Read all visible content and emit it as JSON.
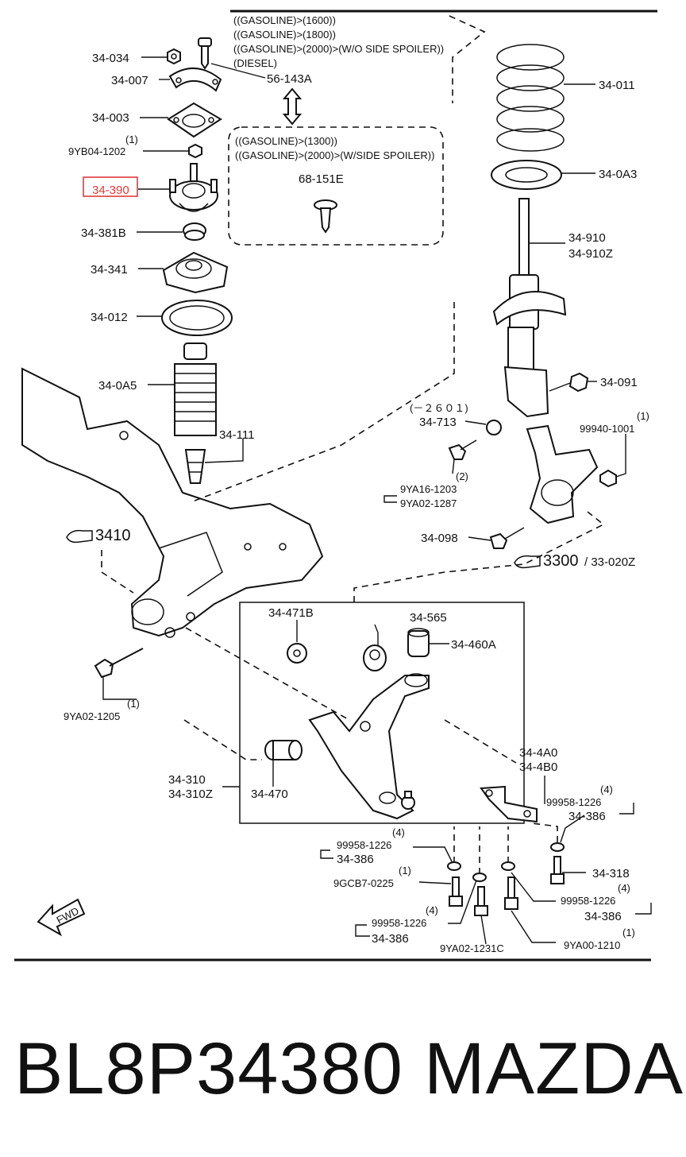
{
  "diagram": {
    "labels": {
      "l34034": "34-034",
      "l34007": "34-007",
      "l34003": "34-003",
      "l9YB041202_q": "(1)",
      "l9YB041202": "9YB04-1202",
      "l34390": "34-390",
      "l34381B": "34-381B",
      "l34341": "34-341",
      "l34012": "34-012",
      "l340A5": "34-0A5",
      "l34111": "34-111",
      "l56143A": "56-143A",
      "note1": "((GASOLINE)>(1600))",
      "note2": "((GASOLINE)>(1800))",
      "note3": "((GASOLINE)>(2000)>(W/O SIDE SPOILER))",
      "note4": "(DIESEL)",
      "note5": "((GASOLINE)>(1300))",
      "note6": "((GASOLINE)>(2000)>(W/SIDE SPOILER))",
      "l68151E": "68-151E",
      "l34011": "34-011",
      "l340A3": "34-0A3",
      "l34910": "34-910",
      "l34910Z": "34-910Z",
      "l34091": "34-091",
      "l34713_q": "(－２６０１)",
      "l34713": "34-713",
      "l999401001_q": "(1)",
      "l999401001": "99940-1001",
      "l9YA161203_q": "(2)",
      "l9YA161203": "9YA16-1203",
      "l9YA021287": "9YA02-1287",
      "l34098": "34-098",
      "l3410": "3410",
      "l3300": "3300",
      "l33020Z": "/ 33-020Z",
      "l34471B": "34-471B",
      "l34565": "34-565",
      "l34460A": "34-460A",
      "l9YA021205_q": "(1)",
      "l9YA021205": "9YA02-1205",
      "l34310": "34-310",
      "l34310Z": "34-310Z",
      "l34470": "34-470",
      "l344A0": "34-4A0",
      "l344B0": "34-4B0",
      "l999581226a_q": "(4)",
      "l999581226a": "99958-1226",
      "l34386a": "34-386",
      "l999581226b_q": "(4)",
      "l999581226b": "99958-1226",
      "l34386b": "34-386",
      "l9GCB70225_q": "(1)",
      "l9GCB70225": "9GCB7-0225",
      "l34318": "34-318",
      "l999581226c_q": "(4)",
      "l999581226c": "99958-1226",
      "l34386c": "34-386",
      "l999581226d_q": "(4)",
      "l999581226d": "99958-1226",
      "l34386d": "34-386",
      "l9YA021231C": "9YA02-1231C",
      "l9YA001210_q": "(1)",
      "l9YA001210": "9YA00-1210",
      "fwd": "FWD"
    },
    "highlight_color": "#e03a3a"
  },
  "footer": {
    "part_number": "BL8P34380",
    "brand": "MAZDA"
  }
}
